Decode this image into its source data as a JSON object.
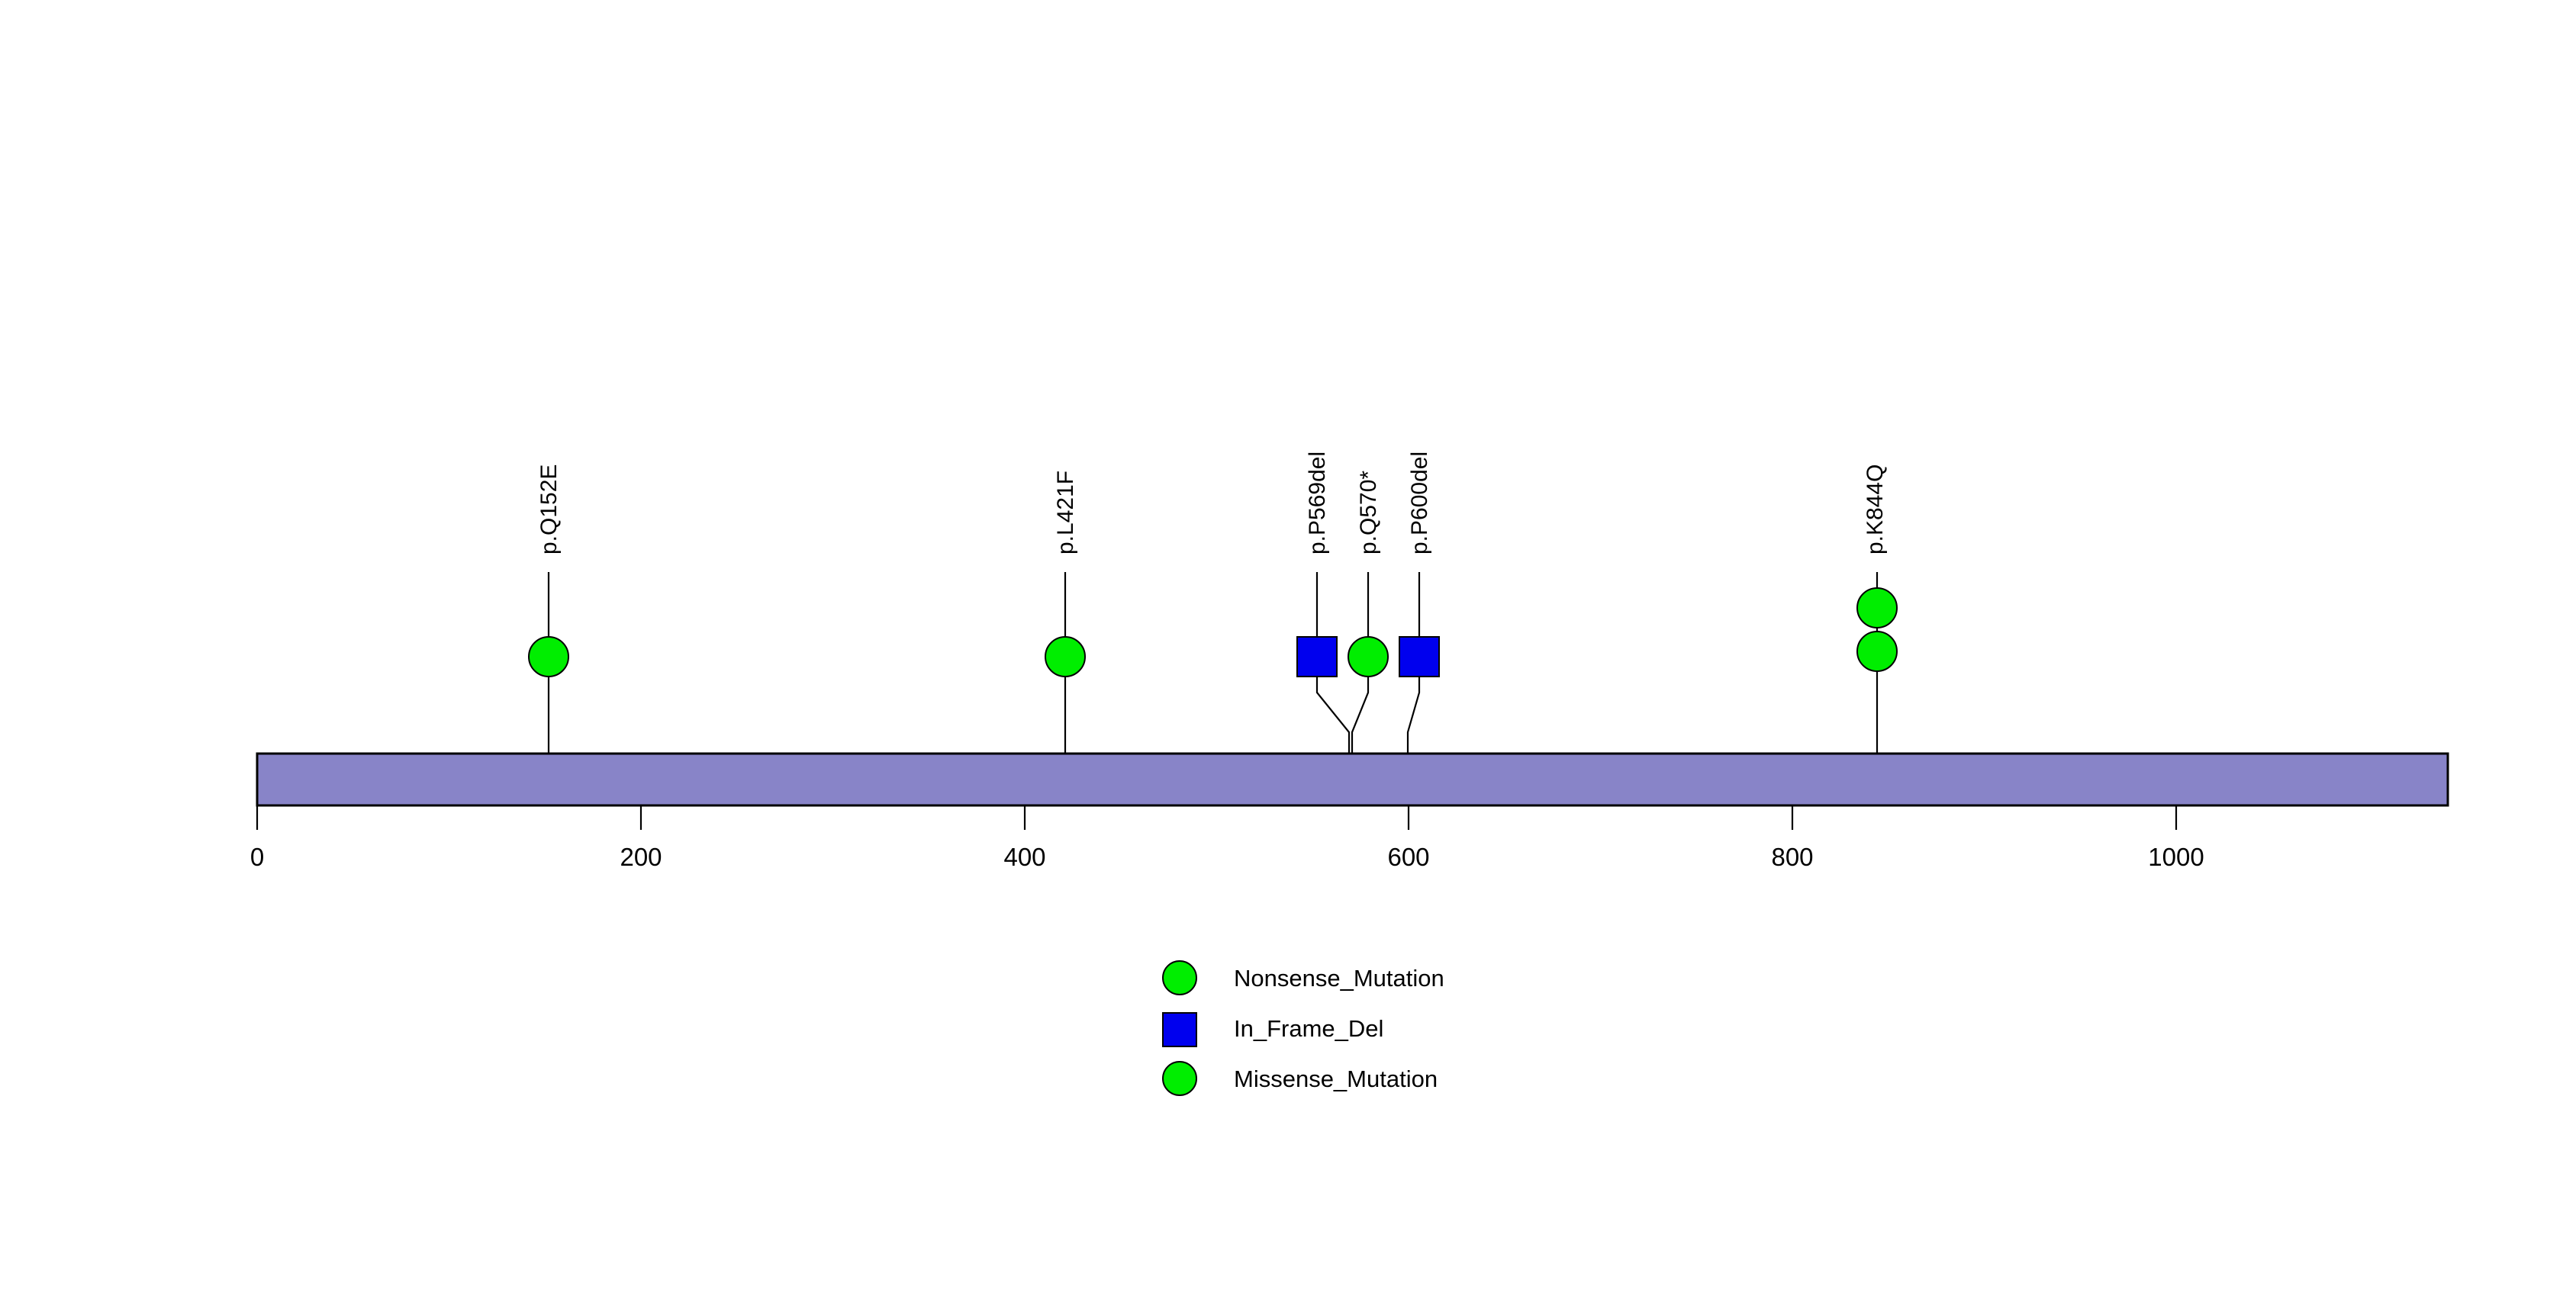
{
  "chart_data": {
    "type": "lollipop",
    "title": "",
    "xlabel": "",
    "ylabel": "",
    "protein_length": 1141,
    "xlim": [
      0,
      1141
    ],
    "axis_ticks": [
      {
        "value": 0,
        "label": "0"
      },
      {
        "value": 200,
        "label": "200"
      },
      {
        "value": 400,
        "label": "400"
      },
      {
        "value": 600,
        "label": "600"
      },
      {
        "value": 800,
        "label": "800"
      },
      {
        "value": 1000,
        "label": "1000"
      }
    ],
    "domain_track": {
      "start": 0,
      "end": 1141,
      "color": "#8884C8",
      "border_color": "#000000"
    },
    "mutations": [
      {
        "label": "p.Q152E",
        "position": 152,
        "count": 1,
        "shape": "circle",
        "color": "#00EE00",
        "class": "Missense_Mutation",
        "stem_kind": "straight"
      },
      {
        "label": "p.L421F",
        "position": 421,
        "count": 1,
        "shape": "circle",
        "color": "#00EE00",
        "class": "Missense_Mutation",
        "stem_kind": "straight"
      },
      {
        "label": "p.P569del",
        "position": 569,
        "count": 1,
        "shape": "square",
        "color": "#0000EE",
        "class": "In_Frame_Del",
        "stem_kind": "bent"
      },
      {
        "label": "p.Q570*",
        "position": 570,
        "count": 1,
        "shape": "circle",
        "color": "#00EE00",
        "class": "Nonsense_Mutation",
        "stem_kind": "bent"
      },
      {
        "label": "p.P600del",
        "position": 600,
        "count": 1,
        "shape": "square",
        "color": "#0000EE",
        "class": "In_Frame_Del",
        "stem_kind": "bent"
      },
      {
        "label": "p.K844Q",
        "position": 844,
        "count": 2,
        "shape": "circle",
        "color": "#00EE00",
        "class": "Missense_Mutation",
        "stem_kind": "straight"
      }
    ],
    "legend": {
      "position": "bottom-center",
      "entries": [
        {
          "label": "Nonsense_Mutation",
          "shape": "circle",
          "color": "#00EE00"
        },
        {
          "label": "In_Frame_Del",
          "shape": "square",
          "color": "#0000EE"
        },
        {
          "label": "Missense_Mutation",
          "shape": "circle",
          "color": "#00EE00"
        }
      ]
    },
    "colors": {
      "background": "#FFFFFF",
      "green": "#00EE00",
      "blue": "#0000EE",
      "purple": "#8884C8",
      "outline": "#000000"
    }
  }
}
